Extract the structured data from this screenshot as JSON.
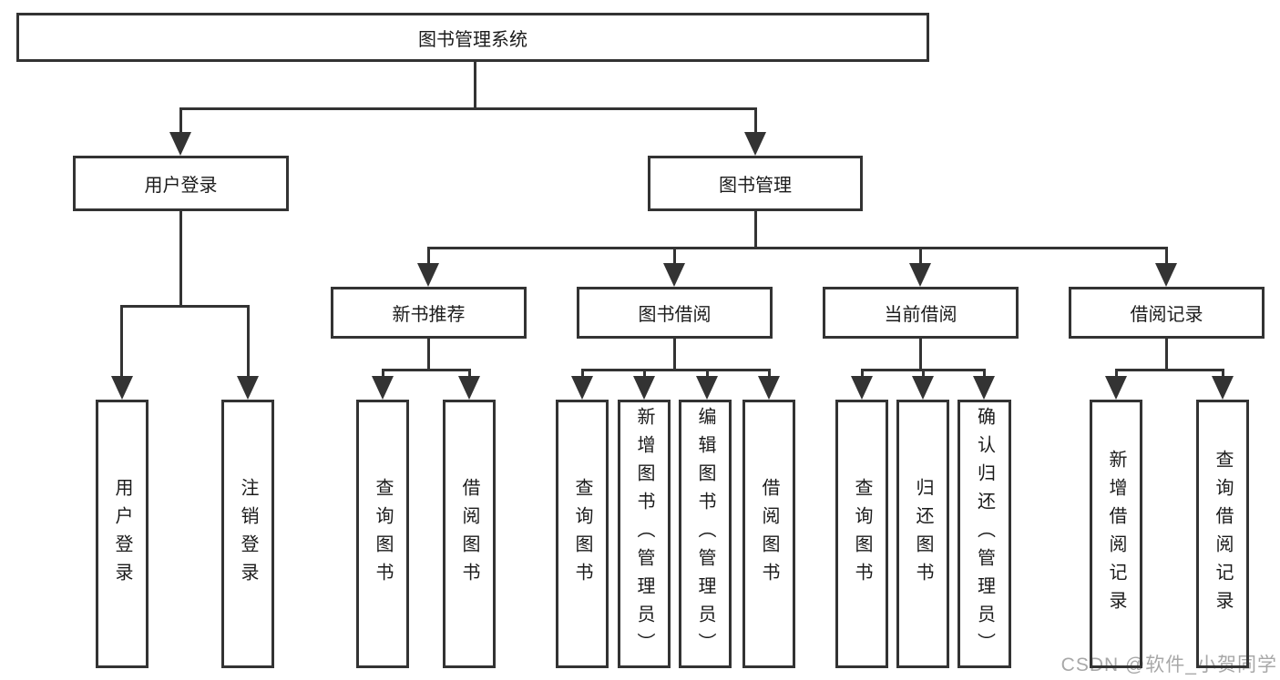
{
  "diagram": {
    "watermark": "CSDN @软件_小贺同学",
    "colors": {
      "line": "#333333",
      "box_border": "#333333",
      "text": "#1b1b1b",
      "watermark": "#a8a8a8",
      "background": "#ffffff"
    },
    "root": {
      "label": "图书管理系统",
      "children": [
        {
          "label": "用户登录",
          "children": [
            {
              "label": "用户登录"
            },
            {
              "label": "注销登录"
            }
          ]
        },
        {
          "label": "图书管理",
          "children": [
            {
              "label": "新书推荐",
              "children": [
                {
                  "label": "查询图书"
                },
                {
                  "label": "借阅图书"
                }
              ]
            },
            {
              "label": "图书借阅",
              "children": [
                {
                  "label": "查询图书"
                },
                {
                  "label": "新增图书（管理员）"
                },
                {
                  "label": "编辑图书（管理员）"
                },
                {
                  "label": "借阅图书"
                }
              ]
            },
            {
              "label": "当前借阅",
              "children": [
                {
                  "label": "查询图书"
                },
                {
                  "label": "归还图书"
                },
                {
                  "label": "确认归还（管理员）"
                }
              ]
            },
            {
              "label": "借阅记录",
              "children": [
                {
                  "label": "新增借阅记录"
                },
                {
                  "label": "查询借阅记录"
                }
              ]
            }
          ]
        }
      ]
    }
  }
}
